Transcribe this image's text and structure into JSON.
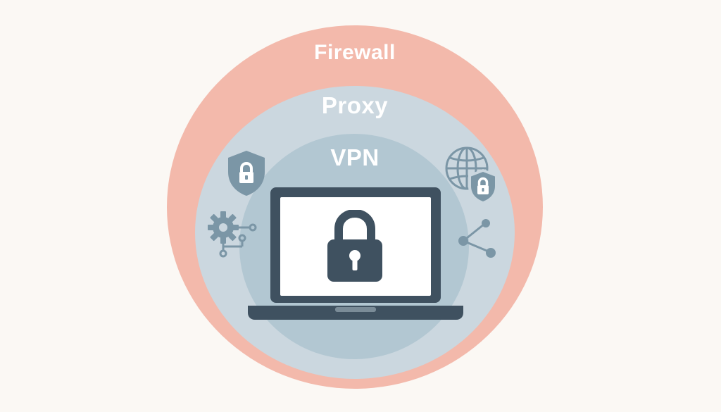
{
  "layers": [
    {
      "label": "Firewall",
      "color": "#f3b9ab"
    },
    {
      "label": "Proxy",
      "color": "#cbd7df"
    },
    {
      "label": "VPN",
      "color": "#b2c7d2"
    }
  ],
  "colors": {
    "background": "#fbf8f4",
    "icon_dark": "#3f5160",
    "icon_mid": "#7b96a6",
    "screen": "#ffffff"
  },
  "icons": [
    "shield-lock-icon",
    "gear-network-icon",
    "laptop-icon",
    "padlock-icon",
    "globe-icon",
    "shield-lock-small-icon",
    "share-nodes-icon"
  ]
}
